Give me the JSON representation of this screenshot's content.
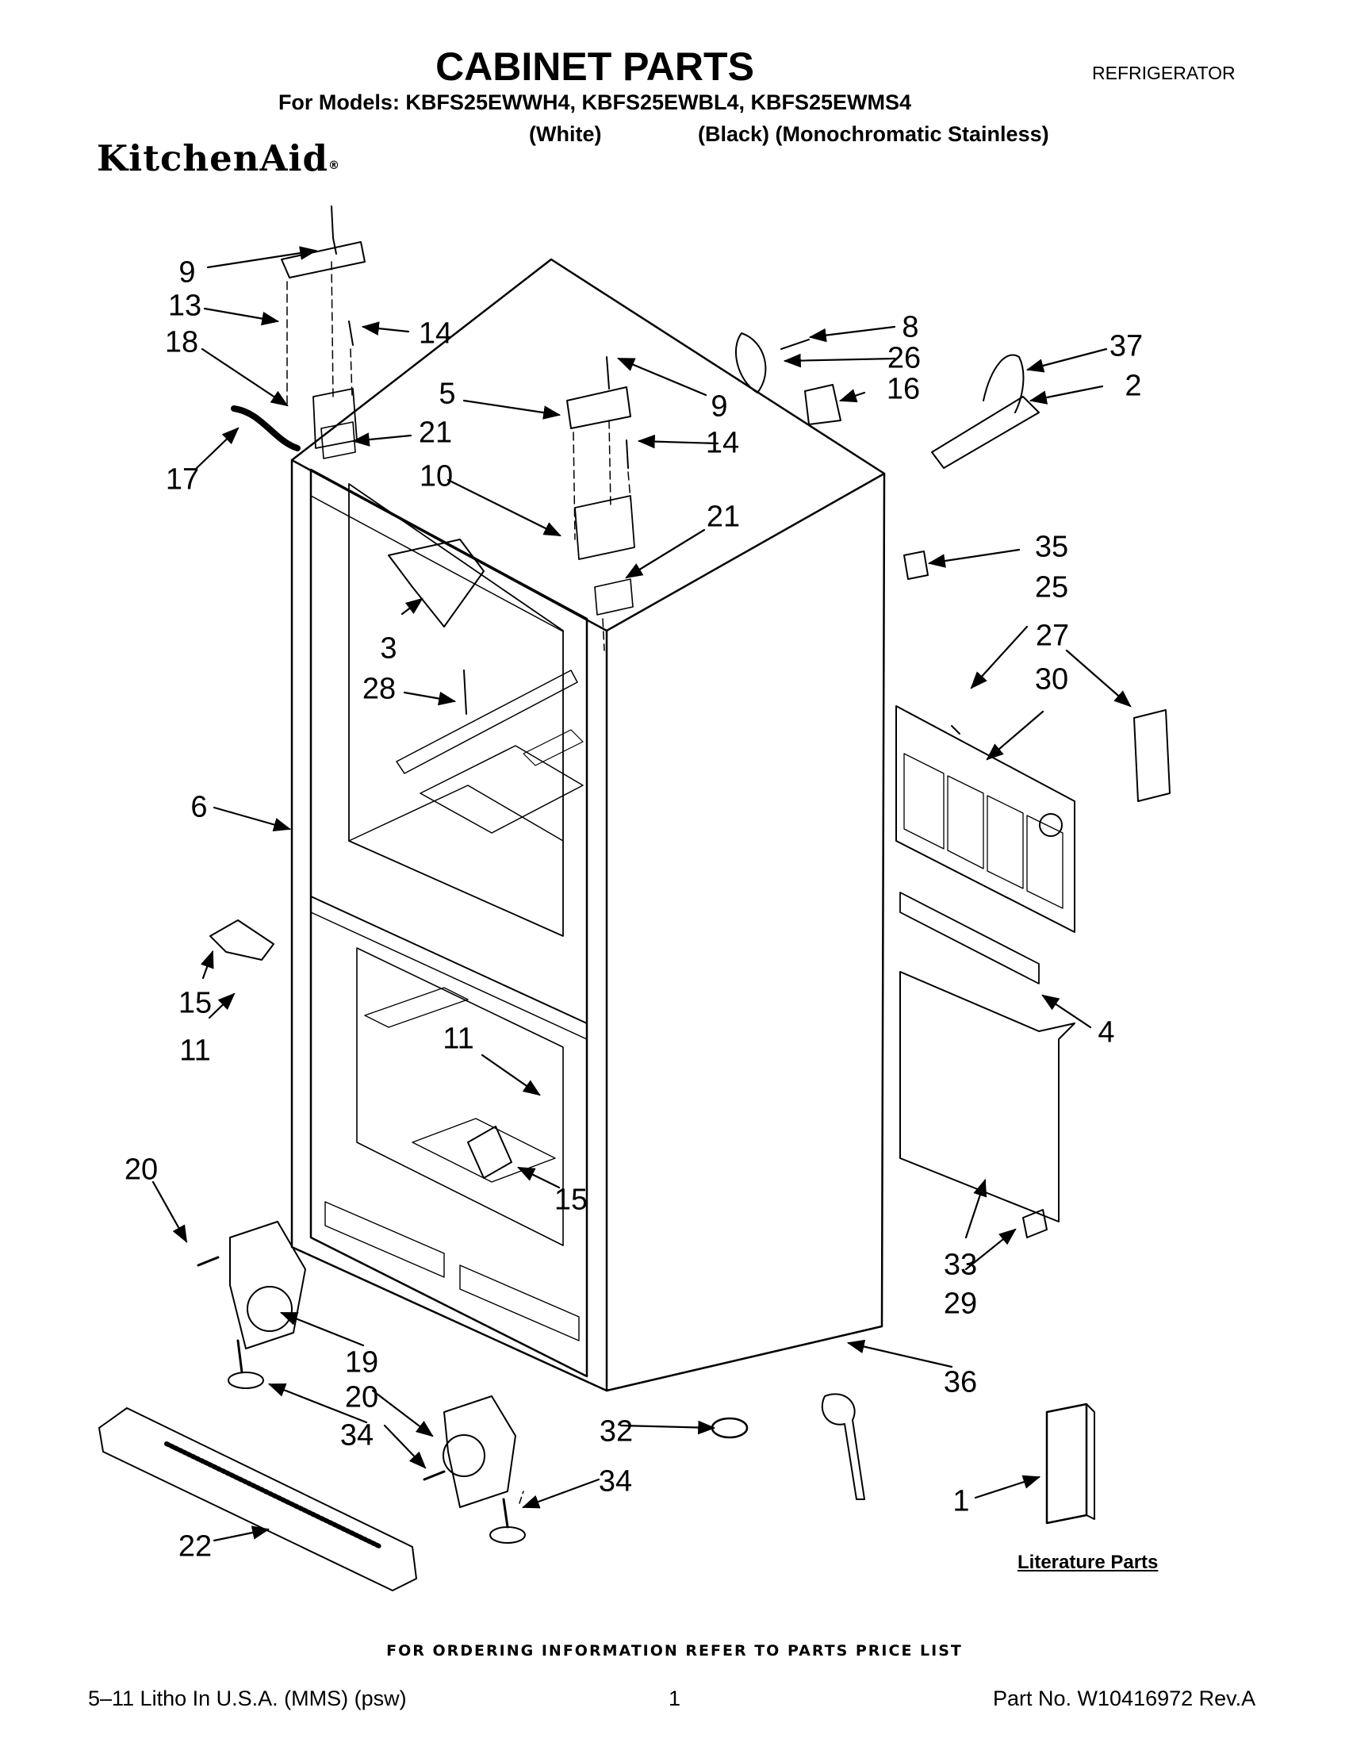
{
  "header": {
    "title": "CABINET PARTS",
    "category": "REFRIGERATOR",
    "models_line": "For Models: KBFS25EWWH4, KBFS25EWBL4, KBFS25EWMS4",
    "variant_white": "(White)",
    "variant_black": "(Black) (Monochromatic Stainless)",
    "brand": "KitchenAid"
  },
  "callouts": {
    "c9a": "9",
    "c13": "13",
    "c14a": "14",
    "c18": "18",
    "c17": "17",
    "c21a": "21",
    "c5": "5",
    "c9b": "9",
    "c14b": "14",
    "c10": "10",
    "c21b": "21",
    "c8": "8",
    "c26": "26",
    "c16": "16",
    "c37": "37",
    "c2": "2",
    "c35": "35",
    "c25": "25",
    "c27": "27",
    "c30": "30",
    "c3": "3",
    "c28": "28",
    "c6": "6",
    "c15a": "15",
    "c11a": "11",
    "c11b": "11",
    "c15b": "15",
    "c4": "4",
    "c20a": "20",
    "c19": "19",
    "c20b": "20",
    "c34a": "34",
    "c33": "33",
    "c29": "29",
    "c36": "36",
    "c32": "32",
    "c34b": "34",
    "c1": "1",
    "c22": "22"
  },
  "literature_label": "Literature Parts",
  "footer": {
    "ordering": "FOR ORDERING INFORMATION REFER TO PARTS PRICE LIST",
    "litho": "5–11 Litho In U.S.A. (MMS) (psw)",
    "page": "1",
    "part_no": "Part No. W10416972 Rev.A"
  }
}
